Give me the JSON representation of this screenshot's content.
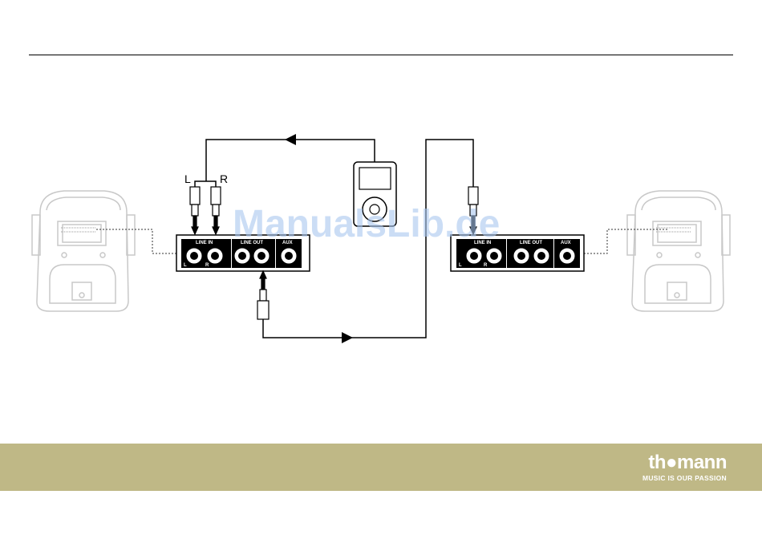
{
  "watermark": "ManualsLib.de",
  "cable_labels": {
    "left": "L",
    "right": "R"
  },
  "mixer_left": {
    "line_in": "LINE IN",
    "line_out": "LINE OUT",
    "aux": "AUX",
    "ch_l": "L",
    "ch_r": "R"
  },
  "mixer_right": {
    "line_in": "LINE IN",
    "line_out": "LINE OUT",
    "aux": "AUX",
    "ch_l": "L",
    "ch_r": "R"
  },
  "footer": {
    "brand_name": "th●mann",
    "tagline": "MUSIC IS OUR PASSION",
    "background": "#bfb886"
  }
}
